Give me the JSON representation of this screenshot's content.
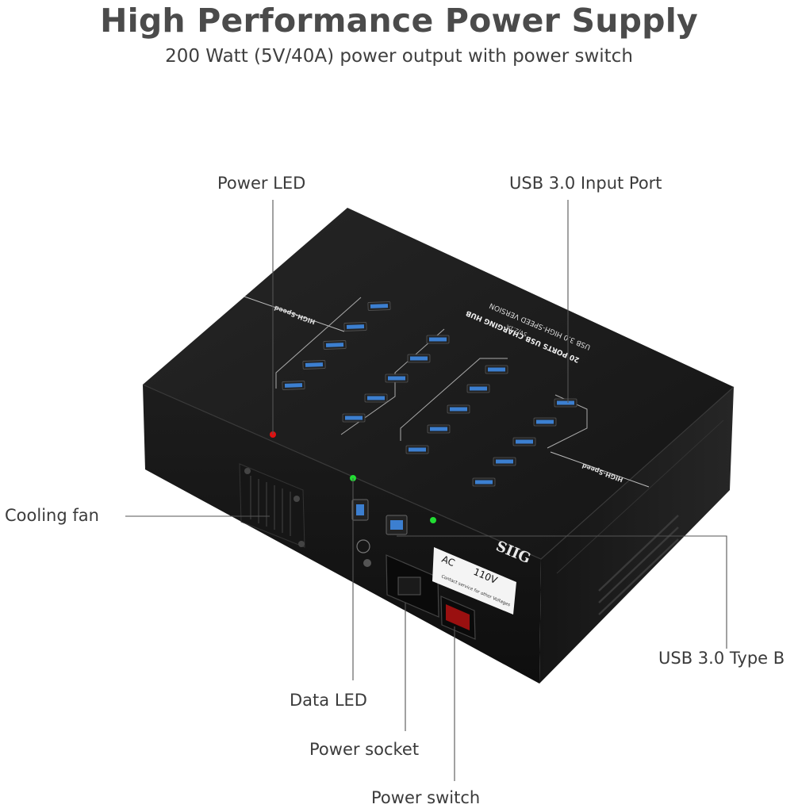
{
  "header": {
    "title": "High Performance Power Supply",
    "subtitle": "200 Watt (5V/40A) power output with power switch"
  },
  "callouts": {
    "power_led": "Power LED",
    "usb_input_port": "USB 3.0 Input Port",
    "cooling_fan": "Cooling fan",
    "usb_type_b": "USB 3.0 Type B",
    "data_led": "Data LED",
    "power_socket": "Power socket",
    "power_switch": "Power switch"
  },
  "device": {
    "top_text_line1": "20 PORTS USB CHARGING HUB",
    "top_text_line2": "USB 3.0 HIGH-SPEED VERSION",
    "top_text_line3": "5V/2.1A",
    "badge": "HIGH-Speed",
    "brand": "SIIG",
    "label_ac": "AC",
    "label_voltage": "110V",
    "label_note": "Contact service for other Voltages"
  },
  "colors": {
    "body": "#1a1a1a",
    "usb_blue": "#3c7fd0",
    "power_led": "#e01010",
    "data_led": "#22dd33"
  }
}
